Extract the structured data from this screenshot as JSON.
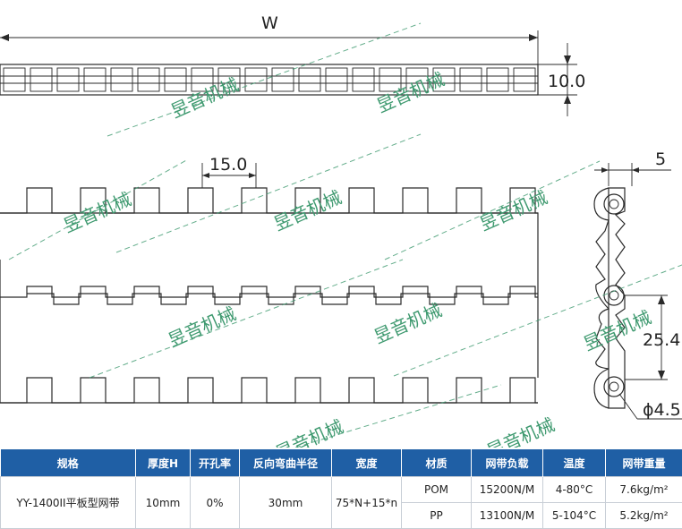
{
  "drawing": {
    "width_label": "W",
    "thickness_label": "10.0",
    "pitch_label": "15.0",
    "side_offset_label": "5",
    "side_pitch_label": "25.4",
    "hole_label": "ϕ4.5",
    "watermark": "昱音机械"
  },
  "table": {
    "headers": [
      "规格",
      "厚度H",
      "开孔率",
      "反向弯曲半径",
      "宽度",
      "材质",
      "网带负载",
      "温度",
      "网带重量"
    ],
    "model": "YY-1400II平板型网带",
    "thickness": "10mm",
    "open_rate": "0%",
    "bend_radius": "30mm",
    "width": "75*N+15*n",
    "materials": [
      {
        "name": "POM",
        "load": "15200N/M",
        "temp": "4-80°C",
        "weight": "7.6kg/m²"
      },
      {
        "name": "PP",
        "load": "13100N/M",
        "temp": "5-104°C",
        "weight": "5.2kg/m²"
      }
    ]
  }
}
